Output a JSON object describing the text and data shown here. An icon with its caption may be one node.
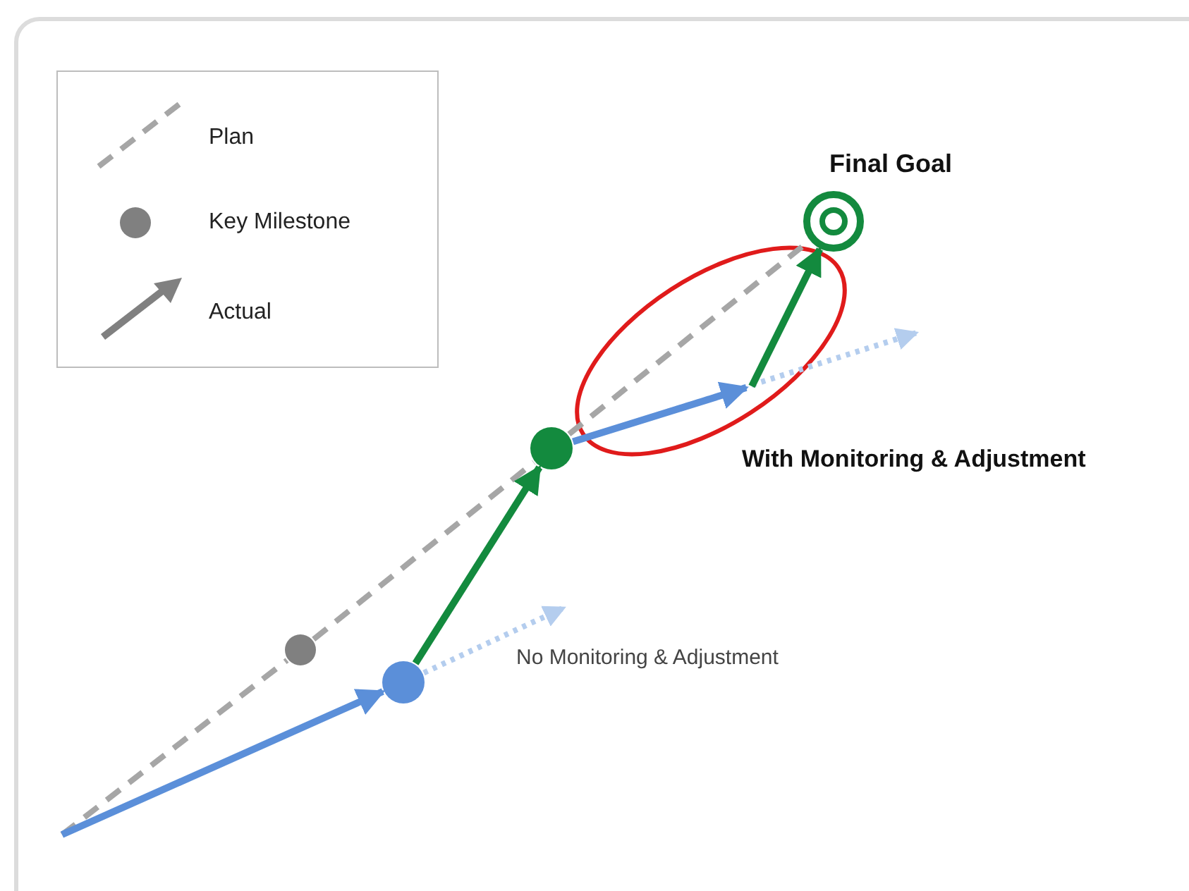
{
  "diagram": {
    "nodes": [
      {
        "text": [],
        "shape": "circle"
      },
      {
        "text": [],
        "shape": "circle"
      },
      {
        "text": [],
        "shape": "circle"
      },
      {
        "text": [
          "Final Goal"
        ]
      }
    ],
    "edges": [
      {
        "from": null,
        "to": 0,
        "arrow": "none",
        "style": "dashed",
        "color": "#a6a6a6"
      },
      {
        "from": 0,
        "to": 2,
        "arrow": "none",
        "style": "dashed",
        "color": "#a6a6a6"
      },
      {
        "from": 2,
        "to": 3,
        "arrow": "none",
        "style": "dashed",
        "color": "#a6a6a6"
      },
      {
        "from": null,
        "to": 1,
        "arrow": "to",
        "color": "#5b8fd9"
      },
      {
        "from": 1,
        "to": 2,
        "arrow": "to",
        "color": "#138a3e"
      },
      {
        "from": 1,
        "to": null,
        "arrow": "to",
        "style": "dashed",
        "color": "#b4cdee"
      },
      {
        "from": 2,
        "to": null,
        "arrow": "to",
        "color": "#5b8fd9"
      },
      {
        "from": null,
        "to": 3,
        "arrow": "to",
        "color": "#138a3e"
      },
      {
        "from": 2,
        "to": null,
        "arrow": "to",
        "style": "dashed",
        "color": "#b4cdee"
      }
    ],
    "labels": [
      "With Monitoring & Adjustment",
      "No Monitoring & Adjustment"
    ],
    "legend": [
      {
        "text": "Plan"
      },
      {
        "text": "Key Milestone"
      },
      {
        "text": "Actual"
      }
    ]
  }
}
